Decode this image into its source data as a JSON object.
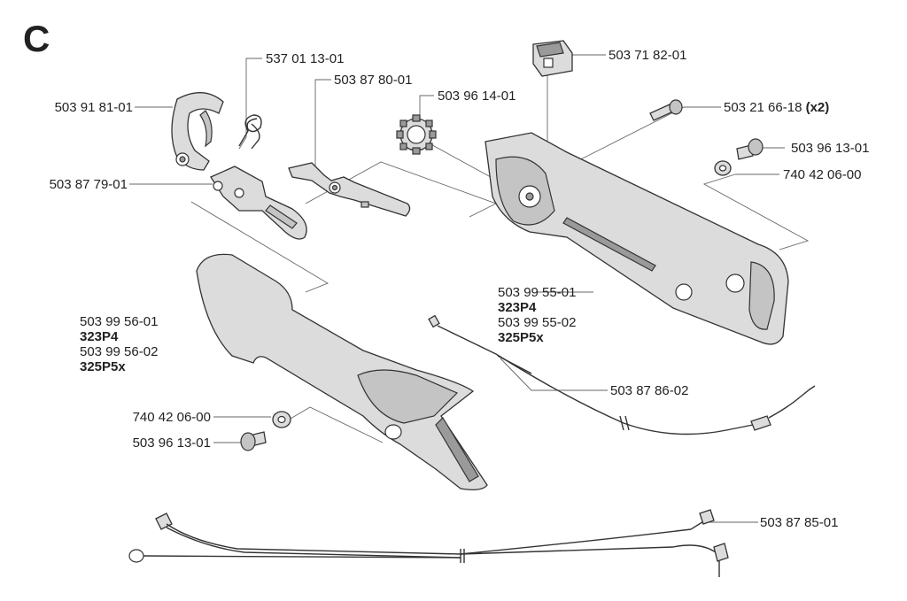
{
  "section_letter": "C",
  "labels": {
    "l1": {
      "pn": "537 01 13-01"
    },
    "l2": {
      "pn": "503 87 80-01"
    },
    "l3": {
      "pn": "503 91 81-01"
    },
    "l4": {
      "pn": "503 96 14-01"
    },
    "l5": {
      "pn": "503 71 82-01"
    },
    "l6": {
      "pn": "503 21 66-18",
      "qty": "(x2)"
    },
    "l7": {
      "pn": "503 96 13-01"
    },
    "l8": {
      "pn": "740 42 06-00"
    },
    "l9": {
      "pn": "503 87 79-01"
    },
    "l10": {
      "pn1": "503 99 55-01",
      "model1": "323P4",
      "pn2": "503 99 55-02",
      "model2": "325P5x"
    },
    "l11": {
      "pn1": "503 99 56-01",
      "model1": "323P4",
      "pn2": "503 99 56-02",
      "model2": "325P5x"
    },
    "l12": {
      "pn": "503 87 86-02"
    },
    "l13": {
      "pn": "740 42 06-00"
    },
    "l14": {
      "pn": "503 96 13-01"
    },
    "l15": {
      "pn": "503 87 85-01"
    }
  }
}
